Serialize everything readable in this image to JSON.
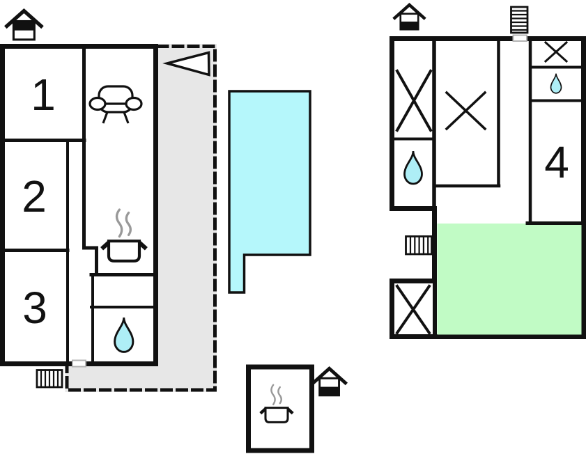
{
  "colors": {
    "wall": "#111111",
    "terrace": "#e7e7e7",
    "pool": "#b5f7fb",
    "lawn": "#c1fbc5",
    "water": "#aeeef6",
    "steam": "#999999",
    "door": "#b3b3b3"
  },
  "buildings": {
    "main_house": {
      "rooms": [
        {
          "label": "1"
        },
        {
          "label": "2"
        },
        {
          "label": "3"
        }
      ]
    },
    "annex": {
      "rooms": [
        {
          "label": "4"
        }
      ]
    }
  },
  "icons": {
    "entrance": "house-entrance-icon: gabled house pictogram",
    "sofa": "sofa-icon: couch front view",
    "stove": "stove-icon: cooking pot with steam",
    "water": "water-drop-icon: sink / water point",
    "cross": "x-cross-icon: bed / fixture cross",
    "stairs": "stairs-icon: hatched rectangle ladder",
    "arrow": "triangle-arrow-icon: terrace direction marker"
  }
}
